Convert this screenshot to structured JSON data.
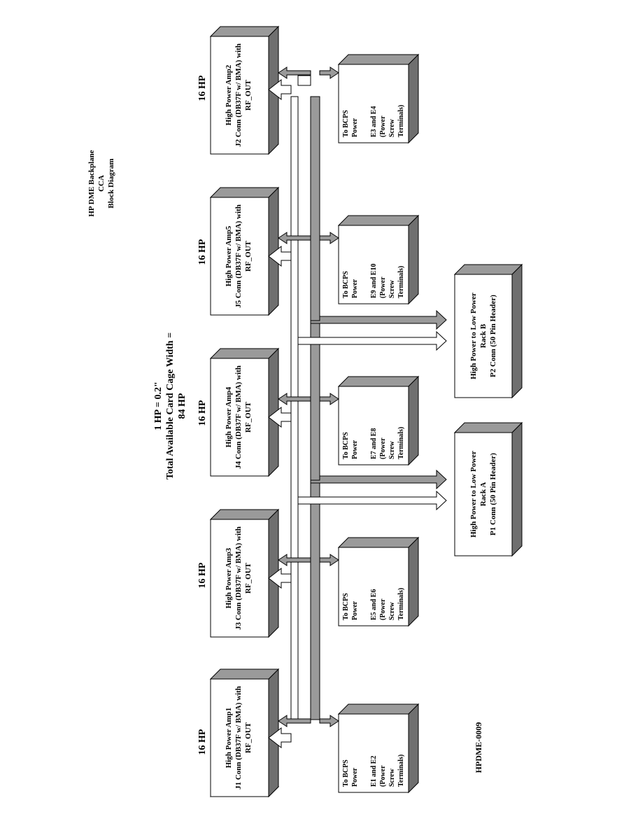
{
  "title": {
    "line1": "HP DME Backplane",
    "line2": "CCA",
    "line3": "Block Diagram"
  },
  "scale": {
    "line1": "1 HP = 0.2\"",
    "line2": "Total Available Card Cage Width =",
    "line3": "84 HP"
  },
  "doc_number": "HPDME-0009",
  "amps": [
    {
      "hp": "16 HP",
      "name": "High Power Amp1",
      "conn": "J1 Conn (DB37F w/ BMA) with",
      "rf": "RF_OUT"
    },
    {
      "hp": "16 HP",
      "name": "High Power Amp3",
      "conn": "J3 Conn (DB37F w/ BMA) with",
      "rf": "RF_OUT"
    },
    {
      "hp": "16 HP",
      "name": "High Power Amp4",
      "conn": "J4 Conn (DB37F w/ BMA) with",
      "rf": "RF_OUT"
    },
    {
      "hp": "16 HP",
      "name": "High Power Amp5",
      "conn": "J5 Conn (DB37F w/ BMA) with",
      "rf": "RF_OUT"
    },
    {
      "hp": "16 HP",
      "name": "High Power Amp2",
      "conn": "J2 Conn (DB37F w/ BMA) with",
      "rf": "RF_OUT"
    }
  ],
  "power": [
    {
      "l1": "To BCPS",
      "l2": "Power",
      "l3": "E1 and E2",
      "l4": "(Power",
      "l5": "Screw",
      "l6": "Terminals)"
    },
    {
      "l1": "To BCPS",
      "l2": "Power",
      "l3": "E5 and E6",
      "l4": "(Power",
      "l5": "Screw",
      "l6": "Terminals)"
    },
    {
      "l1": "To BCPS",
      "l2": "Power",
      "l3": "E7 and E8",
      "l4": "(Power",
      "l5": "Screw",
      "l6": "Terminals)"
    },
    {
      "l1": "To BCPS",
      "l2": "Power",
      "l3": "E9 and E10",
      "l4": "(Power",
      "l5": "Screw",
      "l6": "Terminals)"
    },
    {
      "l1": "To BCPS",
      "l2": "Power",
      "l3": "E3 and E4",
      "l4": "(Power",
      "l5": "Screw",
      "l6": "Terminals)"
    }
  ],
  "racks": [
    {
      "l1": "High Power to Low Power",
      "l2": "Rack A",
      "l3": "P1 Conn (50 Pin Header)"
    },
    {
      "l1": "High Power to Low Power",
      "l2": "Rack B",
      "l3": "P2 Conn (50 Pin Header)"
    }
  ]
}
